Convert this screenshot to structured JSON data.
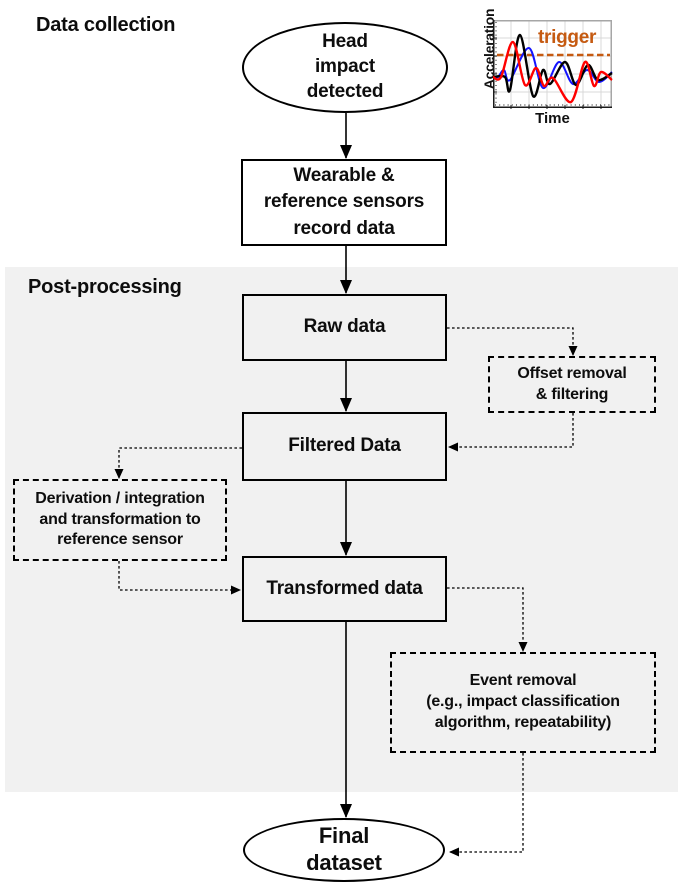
{
  "sections": {
    "data_collection": "Data collection",
    "post_processing": "Post-processing"
  },
  "nodes": {
    "start": {
      "label": "Head\nimpact\ndetected"
    },
    "record": {
      "label": "Wearable &\nreference sensors\nrecord data"
    },
    "raw": {
      "label": "Raw data"
    },
    "offset": {
      "label": "Offset removal\n& filtering"
    },
    "filtered": {
      "label": "Filtered Data"
    },
    "derivation": {
      "label": "Derivation / integration\nand transformation to\nreference sensor"
    },
    "transformed": {
      "label": "Transformed data"
    },
    "event": {
      "label": "Event removal\n(e.g., impact classification\nalgorithm, repeatability)"
    },
    "final": {
      "label": "Final\ndataset"
    }
  },
  "inset_chart": {
    "type": "line",
    "xlabel": "Time",
    "ylabel": "Acceleration",
    "trigger_label": "trigger",
    "trigger_color": "#C55A11",
    "series_colors": [
      "#000000",
      "#FF0000",
      "#1414FF"
    ],
    "legend": "none",
    "grid": "on"
  },
  "colors": {
    "post_processing_bg": "#F1F1F1",
    "node_border": "#000000",
    "accent_orange": "#C55A11"
  }
}
